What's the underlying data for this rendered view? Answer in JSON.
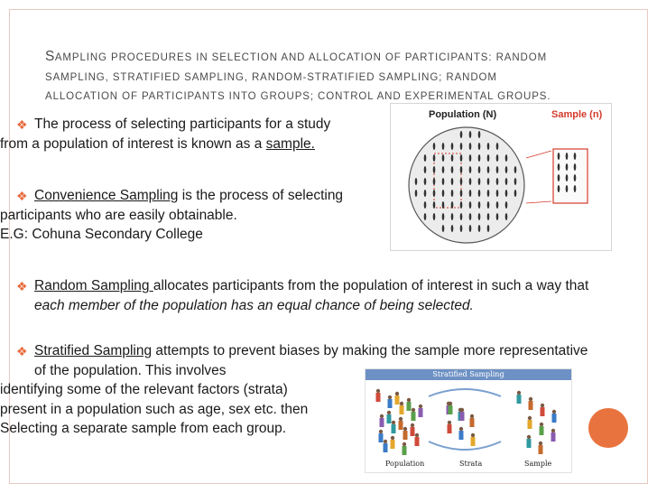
{
  "title": {
    "line1_cap": "S",
    "line1_rest": "ampling procedures in selection and allocation of participants: random",
    "line2": "sampling, stratified sampling, random-stratified sampling; random",
    "line3": "allocation of participants into groups; control and experimental groups."
  },
  "bullets": {
    "sample": {
      "pre": "The process of selecting participants for a study",
      "line2_pre": "from a population of interest is known as a ",
      "link": "sample."
    },
    "convenience": {
      "link": "Convenience Sampling",
      "rest": " is the process of selecting",
      "line2": "participants who are easily obtainable.",
      "line3": "E.G: Cohuna Secondary College"
    },
    "random": {
      "link": "Random Sampling ",
      "rest": "allocates participants from the population of interest in such a way that",
      "line2": "each member of the population has an equal chance of being selected."
    },
    "stratified": {
      "link": "Stratified Sampling",
      "rest": " attempts to prevent biases by making the sample more representative",
      "line2": "of the population. This involves",
      "line3": "identifying some of the relevant factors (strata)",
      "line4": "present in a population such as age, sex etc. then",
      "line5": "Selecting a separate sample from each group."
    }
  },
  "ant_figure": {
    "population_label": "Population (N)",
    "sample_label": "Sample (n)"
  },
  "strat_figure": {
    "header": "Stratified Sampling",
    "label_population": "Population",
    "label_strata": "Strata",
    "label_sample": "Sample"
  },
  "colors": {
    "bullet": "#e86b3c",
    "accent_circle": "#e8733f",
    "sample_red": "#d43b2b"
  }
}
